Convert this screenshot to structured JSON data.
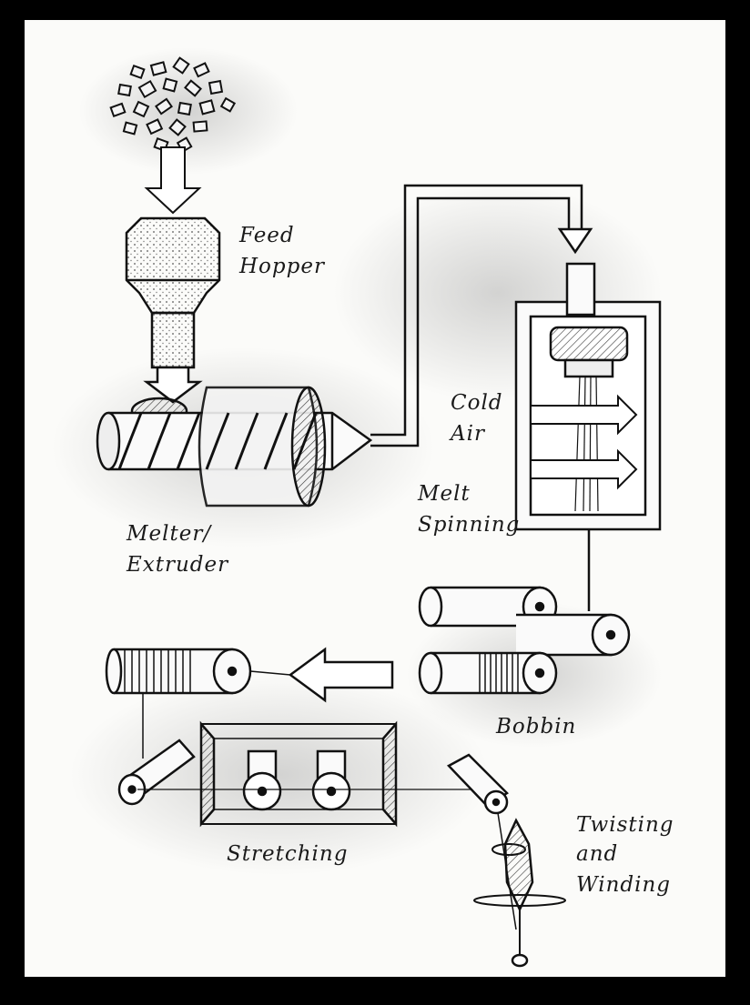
{
  "labels": {
    "feed_hopper_1": "Feed",
    "feed_hopper_2": "Hopper",
    "melter_1": "Melter/",
    "melter_2": "Extruder",
    "cold_air_1": "Cold",
    "cold_air_2": "Air",
    "melt_spinning_1": "Melt",
    "melt_spinning_2": "Spinning",
    "bobbin": "Bobbin",
    "stretching": "Stretching",
    "twisting_1": "Twisting",
    "twisting_2": "and",
    "twisting_3": "Winding"
  },
  "colors": {
    "ink": "#1a1a1a",
    "paper": "#fbfbf9",
    "frame": "#000000"
  }
}
